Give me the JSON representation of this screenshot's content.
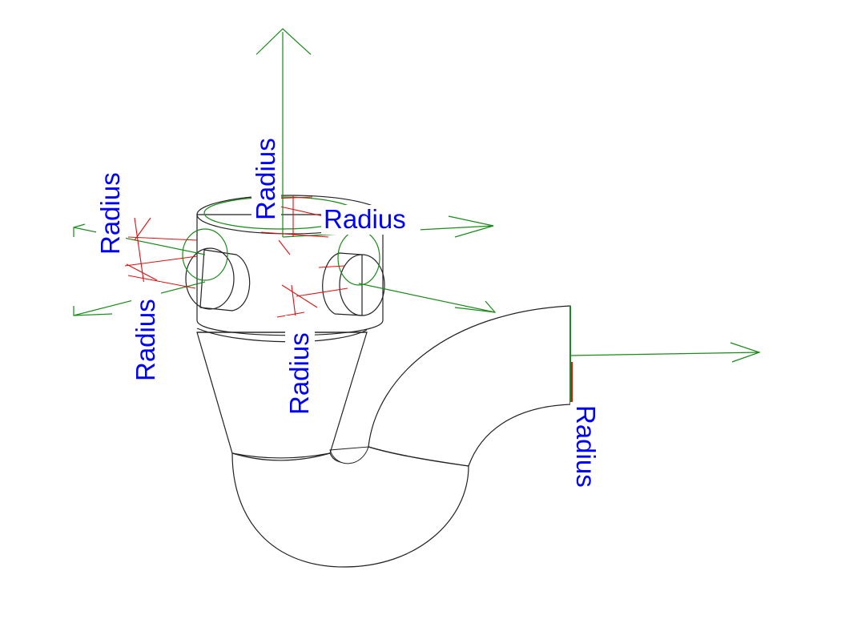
{
  "dimensions": {
    "top_vertical": "Radius",
    "top_horizontal": "Radius",
    "left_upper": "Radius",
    "left_lower": "Radius",
    "center_lower": "Radius",
    "outlet_right": "Radius"
  },
  "colors": {
    "label_text": "#0000ff",
    "label_bg": "#ffffff",
    "work_plane_axis": "#1a8a1a",
    "reference_line": "#e01010",
    "solid_dark": "#3a3a3a",
    "solid_light": "#c8c8c8"
  }
}
